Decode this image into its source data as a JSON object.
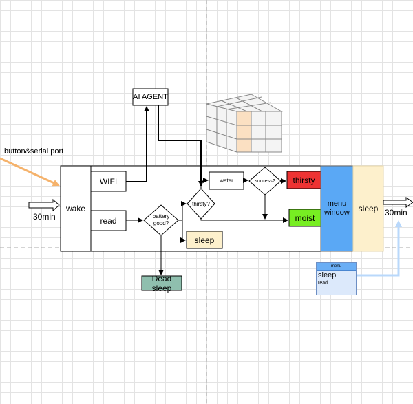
{
  "labels": {
    "button_serial": "button&serial port",
    "left_time": "30min",
    "right_time": "30min",
    "wake": "wake",
    "wifi": "WIFI",
    "read": "read",
    "battery": "battery good?",
    "ai_agent": "AI AGENT",
    "thirsty_q": "thirsty?",
    "water": "water",
    "success_q": "success?",
    "thirsty": "thirsty",
    "moist": "moist",
    "sleep_small": "sleep",
    "menu_window": "menu window",
    "sleep_big": "sleep",
    "dead_sleep": "Dead sleep"
  },
  "menu_card": {
    "title": "menu",
    "item1": "sleep",
    "item2": "read",
    "item3": "......"
  },
  "colors": {
    "thirsty_fill": "#ee3333",
    "moist_fill": "#77ee22",
    "menu_window_fill": "#5aa8f5",
    "sleep_fill": "#fdf0cc",
    "dead_sleep_fill": "#8fbfae",
    "orange_arrow": "#f5b26b",
    "light_blue_arrow": "#b9d8fb"
  }
}
